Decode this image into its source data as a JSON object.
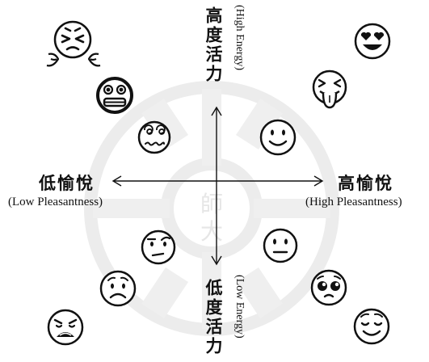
{
  "labels": {
    "high_energy_cn": "高度活力",
    "high_energy_en": "(High Energy)",
    "low_energy_cn": "低度活力",
    "low_energy_en": "(Low Energy)",
    "low_pleasant_cn": "低愉悅",
    "low_pleasant_en": "(Low Pleasantness)",
    "high_pleasant_cn": "高愉悅",
    "high_pleasant_en": "(High Pleasantness)"
  },
  "watermark": {
    "text_top": "師",
    "text_bottom": "大"
  },
  "emojis": [
    {
      "name": "angry-steam-face-icon"
    },
    {
      "name": "grimacing-face-icon"
    },
    {
      "name": "dizzy-face-icon"
    },
    {
      "name": "heart-eyes-face-icon"
    },
    {
      "name": "squinting-tongue-face-icon"
    },
    {
      "name": "smiling-face-icon"
    },
    {
      "name": "skeptical-face-icon"
    },
    {
      "name": "frowning-face-icon"
    },
    {
      "name": "tired-face-icon"
    },
    {
      "name": "neutral-face-icon"
    },
    {
      "name": "pleading-face-icon"
    },
    {
      "name": "relieved-face-icon"
    }
  ]
}
